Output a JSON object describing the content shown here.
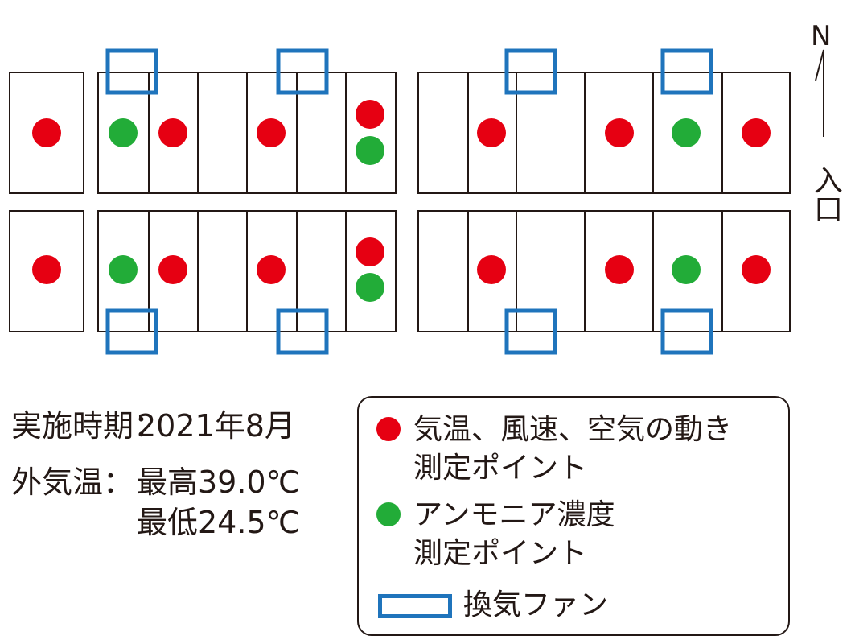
{
  "compass": {
    "north_label": "N"
  },
  "entrance": {
    "label": "入口"
  },
  "info": {
    "period_label": "実施時期：",
    "period_value": "2021年8月",
    "outside_label": "外気温：",
    "max_temp": "最高39.0℃",
    "min_temp": "最低24.5℃"
  },
  "legend": {
    "red_line1": "気温、風速、空気の動き",
    "red_line2": "測定ポイント",
    "green_line1": "アンモニア濃度",
    "green_line2": "測定ポイント",
    "fan_label": "換気ファン"
  },
  "colors": {
    "red_point": "#e60012",
    "green_point": "#22ac38",
    "fan": "#1f74bc",
    "line": "#231815"
  },
  "icons": [
    "north-arrow-icon",
    "red-point-icon",
    "green-point-icon",
    "fan-icon"
  ]
}
